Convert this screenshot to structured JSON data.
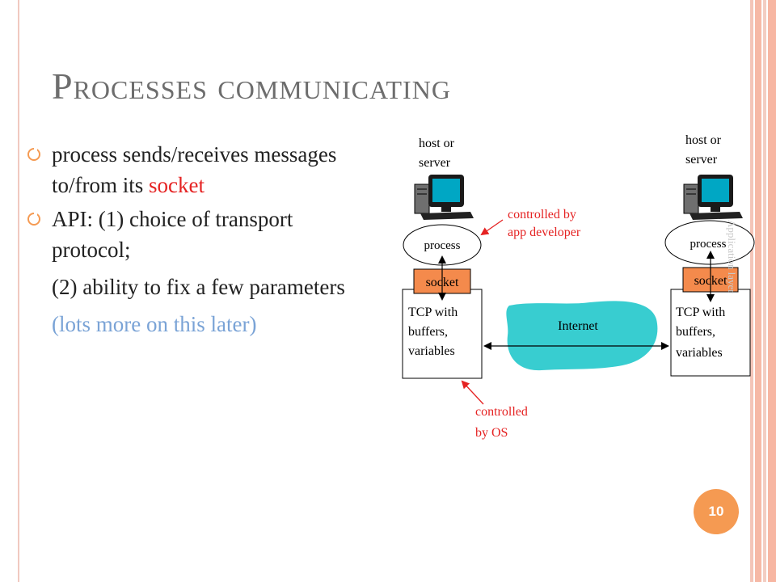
{
  "slide": {
    "title": "Processes communicating",
    "page_number": "10"
  },
  "bullets": [
    {
      "text_before": "process sends/receives messages to/from its ",
      "highlight": "socket"
    },
    {
      "text": "API: (1) choice of transport protocol;"
    }
  ],
  "sub_lines": [
    "(2) ability to fix a few parameters",
    "(lots more on  this later)"
  ],
  "diagram": {
    "left_host": {
      "label_line1": "host or",
      "label_line2": "server",
      "process": "process",
      "socket": "socket",
      "box_line1": "TCP with",
      "box_line2": "buffers,",
      "box_line3": "variables"
    },
    "right_host": {
      "label_line1": "host or",
      "label_line2": "server",
      "process": "process",
      "socket": "socket",
      "box_line1": "TCP with",
      "box_line2": "buffers,",
      "box_line3": "variables"
    },
    "cloud_label": "Internet",
    "annotation_app_line1": "controlled by",
    "annotation_app_line2": "app developer",
    "annotation_os_line1": "controlled",
    "annotation_os_line2": "by OS",
    "faint_vertical_text": "Application layer",
    "colors": {
      "socket_fill": "#f48a4c",
      "cloud_fill": "#38cdd0",
      "annotation": "#e52222",
      "accent": "#f59a52"
    }
  }
}
